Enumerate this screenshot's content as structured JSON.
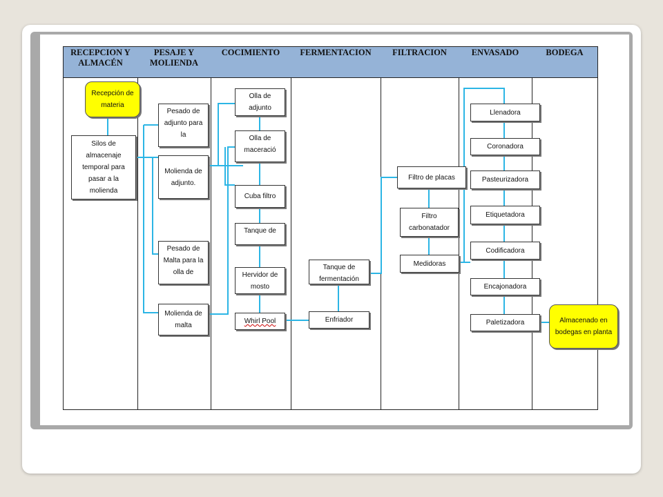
{
  "columns": [
    "RECEPCION Y\nALMACÉN",
    "PESAJE Y\nMOLIENDA",
    "COCIMIENTO",
    "FERMENTACION",
    "FILTRACION",
    "ENVASADO",
    "BODEGA"
  ],
  "nodes": {
    "recepcion": "Recepción de materia",
    "silos": "Silos de almacenaje temporal para pasar a la molienda",
    "pesado_adjunto": "Pesado de adjunto para la",
    "molienda_adjunto": "Molienda de adjunto.",
    "pesado_malta": "Pesado de Malta para la olla de",
    "molienda_malta": "Molienda de malta",
    "olla_adjunto": "Olla de adjunto",
    "olla_maceracion": "Olla de maceració",
    "cuba_filtro": "Cuba filtro",
    "tanque_mosto": "Tanque de",
    "hervidor": "Hervidor de mosto",
    "whirlpool": "Whirl Pool",
    "tanque_fermentacion": "Tanque de fermentación",
    "enfriador": "Enfriador",
    "filtro_placas": "Filtro de placas",
    "filtro_carbonatador": "Filtro carbonatador",
    "medidoras": "Medidoras",
    "llenadora": "Llenadora",
    "coronadora": "Coronadora",
    "pasteurizadora": "Pasteurizadora",
    "etiquetadora": "Etiquetadora",
    "codificadora": "Codificadora",
    "encajonadora": "Encajonadora",
    "paletizadora": "Paletizadora",
    "almacenado": "Almacenado en bodegas en planta"
  },
  "colors": {
    "header": "#95b3d7",
    "connector": "#2bb5e5",
    "start_end": "#ffff00"
  }
}
